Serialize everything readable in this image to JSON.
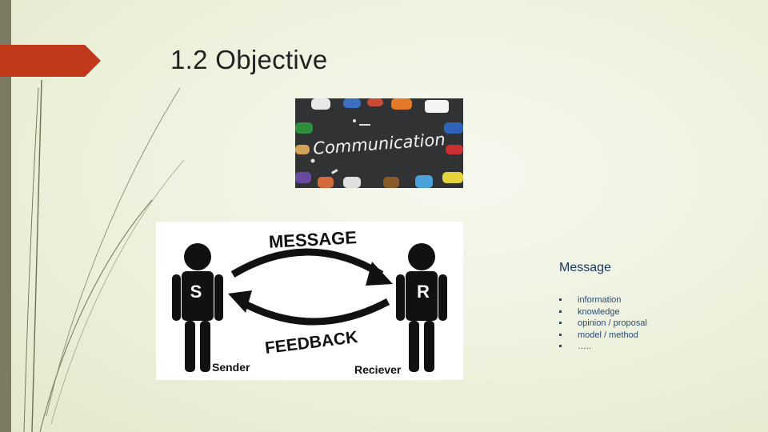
{
  "slide": {
    "title": "1.2 Objective"
  },
  "communication_image": {
    "word": "Communication"
  },
  "diagram": {
    "top_label": "MESSAGE",
    "bottom_label": "FEEDBACK",
    "sender_initial": "S",
    "receiver_initial": "R",
    "sender_caption": "Sender",
    "receiver_caption": "Reciever"
  },
  "message_box": {
    "heading": "Message",
    "items": [
      "information",
      "knowledge",
      "opinion / proposal",
      "model / method",
      "….."
    ]
  },
  "colors": {
    "accent_arrow": "#c0391b",
    "left_bar": "#7b7a62",
    "heading_text": "#17365d"
  }
}
